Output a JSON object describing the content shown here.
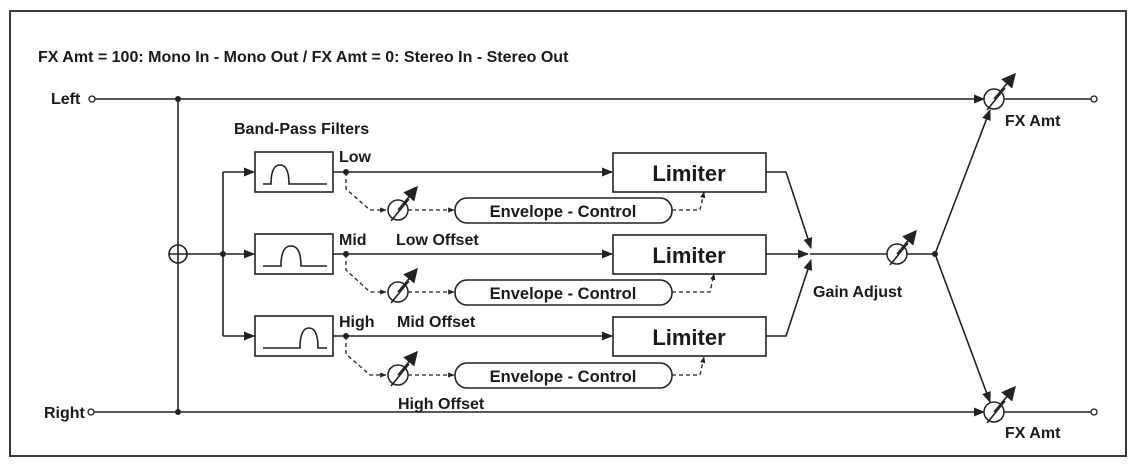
{
  "header": {
    "title": "FX Amt = 100: Mono In - Mono Out  /  FX Amt = 0: Stereo In - Stereo Out"
  },
  "io": {
    "left_in": "Left",
    "right_in": "Right"
  },
  "filters": {
    "section_title": "Band-Pass Filters",
    "bands": [
      {
        "band": "Low",
        "limiter": "Limiter",
        "envelope": "Envelope - Control",
        "offset": "Low Offset"
      },
      {
        "band": "Mid",
        "limiter": "Limiter",
        "envelope": "Envelope - Control",
        "offset": "Mid Offset"
      },
      {
        "band": "High",
        "limiter": "Limiter",
        "envelope": "Envelope - Control",
        "offset": "High Offset"
      }
    ]
  },
  "mix": {
    "gain_label": "Gain Adjust",
    "fx_amt_top": "FX Amt",
    "fx_amt_bottom": "FX Amt"
  }
}
